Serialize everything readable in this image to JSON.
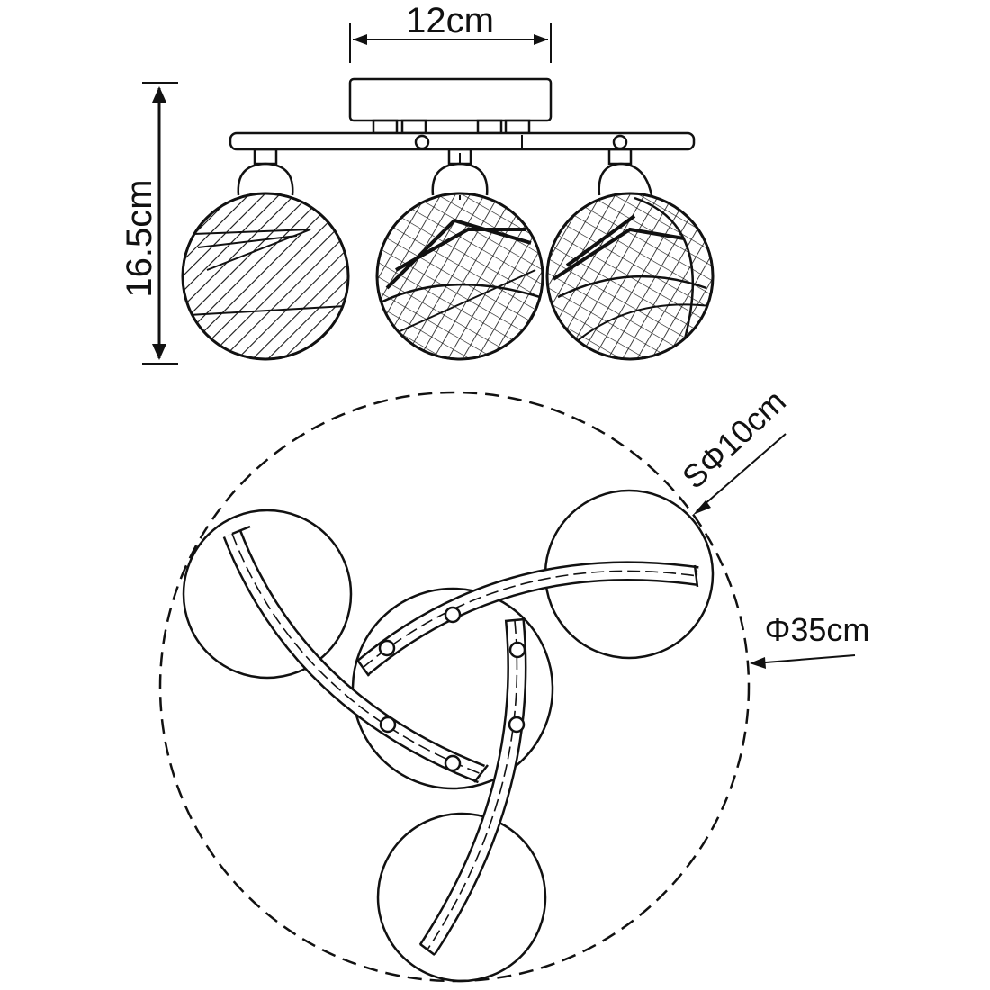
{
  "dimensions": {
    "plate_width": "12cm",
    "height": "16.5cm",
    "globe_diameter": "SΦ10cm",
    "overall_diameter": "Φ35cm"
  },
  "colors": {
    "line": "#111111",
    "background": "#ffffff"
  }
}
